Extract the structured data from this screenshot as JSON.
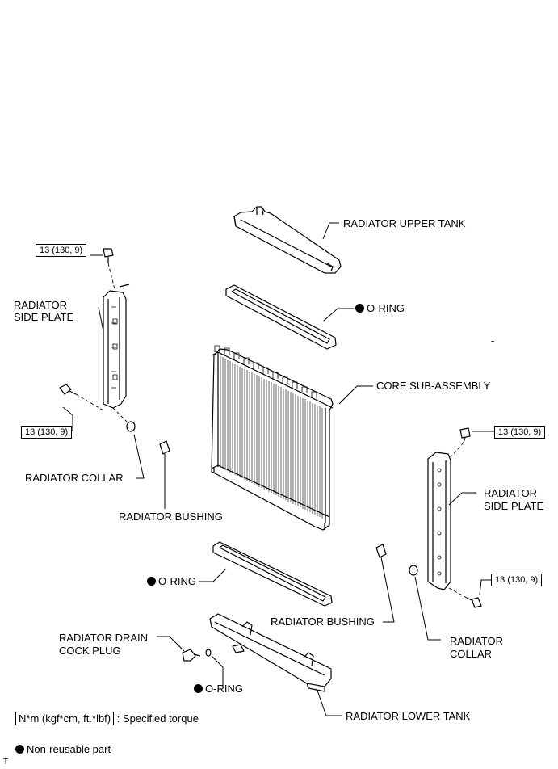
{
  "labels": {
    "upper_tank": "RADIATOR UPPER TANK",
    "oring_top": "O-RING",
    "core": "CORE SUB-ASSEMBLY",
    "side_plate_left_1": "RADIATOR",
    "side_plate_left_2": "SIDE PLATE",
    "side_plate_right_1": "RADIATOR",
    "side_plate_right_2": "SIDE PLATE",
    "collar_left": "RADIATOR COLLAR",
    "collar_right_1": "RADIATOR",
    "collar_right_2": "COLLAR",
    "bushing_left": "RADIATOR BUSHING",
    "bushing_right": "RADIATOR BUSHING",
    "oring_mid": "O-RING",
    "drain_1": "RADIATOR DRAIN",
    "drain_2": "COCK PLUG",
    "oring_bottom": "O-RING",
    "lower_tank": "RADIATOR LOWER TANK",
    "dash_mark": "-"
  },
  "torque": {
    "top_left": "13 (130, 9)",
    "mid_left": "13 (130, 9)",
    "top_right": "13 (130, 9)",
    "bottom_right": "13 (130, 9)"
  },
  "legend": {
    "torque_unit": "N*m (kgf*cm, ft.*lbf)",
    "torque_desc": ": Specified torque",
    "nonreusable": "Non-reusable part"
  },
  "corner_mark": "T",
  "icons": [
    "non-reusable-dot-icon"
  ]
}
